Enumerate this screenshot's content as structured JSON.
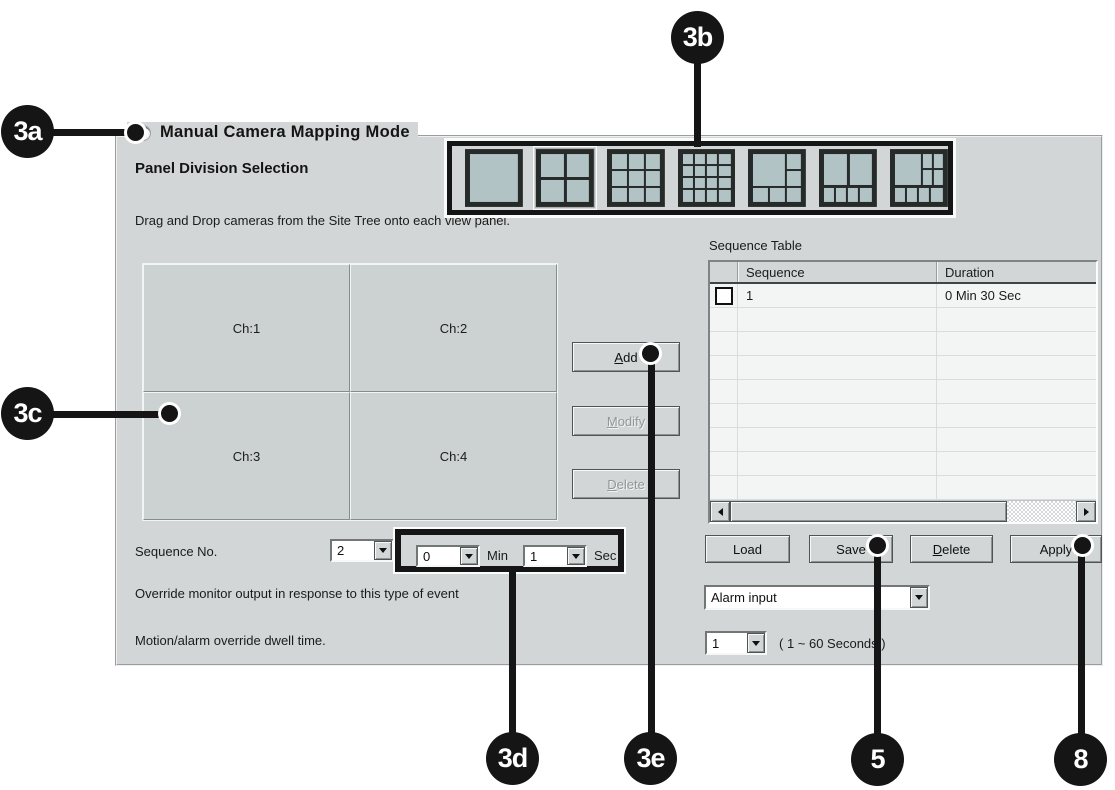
{
  "header": {
    "mode_title": "Manual Camera Mapping Mode",
    "panel_division_label": "Panel Division Selection",
    "instruction": "Drag and Drop cameras from the Site Tree onto each view panel."
  },
  "panel_divisions": {
    "selected": "quad",
    "options": [
      "single",
      "quad",
      "nine-split",
      "sixteen-split",
      "one-plus-five",
      "two-plus-four",
      "one-plus-eight"
    ]
  },
  "camera_grid": {
    "panels": [
      "Ch:1",
      "Ch:2",
      "Ch:3",
      "Ch:4"
    ]
  },
  "action_buttons": {
    "add": "Add",
    "modify": "Modify",
    "delete": "Delete"
  },
  "sequence_table": {
    "label": "Sequence Table",
    "columns": [
      "Sequence",
      "Duration"
    ],
    "rows": [
      {
        "checked": false,
        "sequence": "1",
        "duration": "0 Min 30 Sec"
      }
    ]
  },
  "file_buttons": {
    "load": "Load",
    "save": "Save",
    "delete": "Delete",
    "apply": "Apply"
  },
  "sequence_no": {
    "label": "Sequence No.",
    "value": "2"
  },
  "dwell": {
    "min_value": "0",
    "min_label": "Min",
    "sec_value": "1",
    "sec_label": "Sec"
  },
  "override": {
    "text": "Override monitor output in response to this type of event",
    "event_value": "Alarm input"
  },
  "motion": {
    "text": "Motion/alarm override dwell time.",
    "value": "1",
    "range": "( 1 ~ 60 Seconds )"
  },
  "callouts": {
    "a3a": "3a",
    "a3b": "3b",
    "a3c": "3c",
    "a3d": "3d",
    "a3e": "3e",
    "n5": "5",
    "n8": "8"
  },
  "colors": {
    "dialog_bg": "#d3d6d6",
    "icon_fill": "#b1c3c5",
    "highlight": "#151515",
    "row_bg": "#f3f5f5"
  }
}
